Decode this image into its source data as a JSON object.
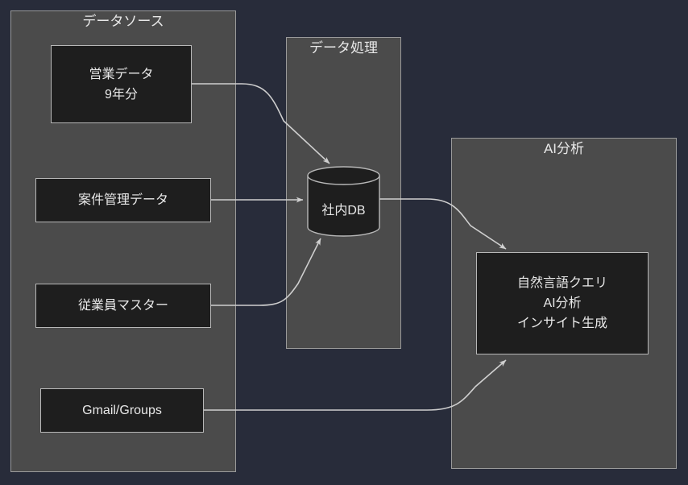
{
  "diagram": {
    "title_visible": false,
    "background_color": "#282c3a",
    "group_fill": "#4b4b4b",
    "group_stroke": "#9a9a9a",
    "node_fill": "#1e1e1e",
    "node_stroke": "#b8b8b8",
    "text_color": "#e8e8e8",
    "edge_color": "#cfcfcf"
  },
  "groups": [
    {
      "id": "data-source",
      "label": "データソース"
    },
    {
      "id": "data-processing",
      "label": "データ処理"
    },
    {
      "id": "ai-analysis",
      "label": "AI分析"
    }
  ],
  "nodes": {
    "sales_data": {
      "lines": [
        "営業データ",
        "9年分"
      ]
    },
    "case_mgmt": {
      "lines": [
        "案件管理データ"
      ]
    },
    "employee_mst": {
      "lines": [
        "従業員マスター"
      ]
    },
    "gmail_groups": {
      "lines": [
        "Gmail/Groups"
      ]
    },
    "internal_db": {
      "label": "社内DB",
      "shape": "cylinder"
    },
    "ai_box": {
      "lines": [
        "自然言語クエリ",
        "AI分析",
        "インサイト生成"
      ]
    }
  },
  "edges": [
    {
      "id": "sales-to-db",
      "from": "営業データ 9年分",
      "to": "社内DB",
      "style": "curved-arrow"
    },
    {
      "id": "case-to-db",
      "from": "案件管理データ",
      "to": "社内DB",
      "style": "straight-arrow"
    },
    {
      "id": "employee-to-db",
      "from": "従業員マスター",
      "to": "社内DB",
      "style": "curved-arrow"
    },
    {
      "id": "db-to-ai",
      "from": "社内DB",
      "to": "自然言語クエリ AI分析 インサイト生成",
      "style": "curved-arrow"
    },
    {
      "id": "gmail-to-ai",
      "from": "Gmail/Groups",
      "to": "自然言語クエリ AI分析 インサイト生成",
      "style": "curved-arrow"
    }
  ]
}
